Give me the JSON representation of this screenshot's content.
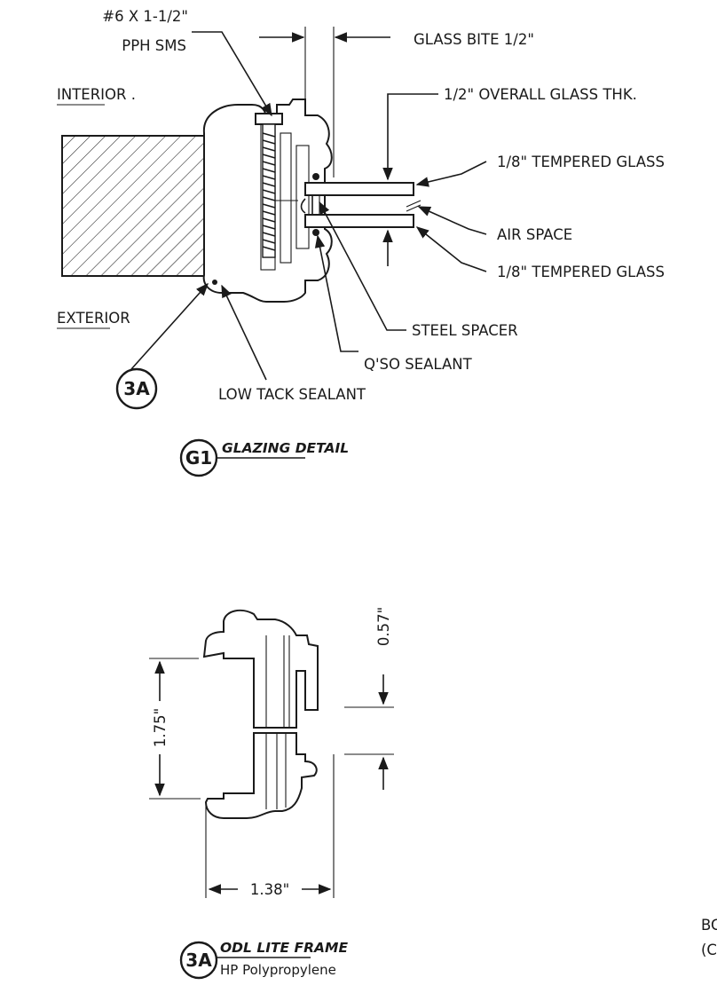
{
  "glazing_detail": {
    "title": "GLAZING DETAIL",
    "bubble": "G1",
    "callouts": {
      "screw_line1": "#6 X 1-1/2\"",
      "screw_line2": "PPH SMS",
      "interior": "INTERIOR .",
      "exterior": "EXTERIOR",
      "glass_bite": "GLASS BITE 1/2\"",
      "overall_thk": "1/2\" OVERALL GLASS THK.",
      "tempered_top": "1/8\" TEMPERED GLASS",
      "air_space": "AIR SPACE",
      "tempered_bottom": "1/8\" TEMPERED GLASS",
      "steel_spacer": "STEEL SPACER",
      "qso_sealant": "Q'SO SEALANT",
      "low_tack": "LOW TACK SEALANT",
      "ref_bubble": "3A"
    }
  },
  "lite_frame": {
    "title": "ODL LITE FRAME",
    "subtitle": "HP Polypropylene",
    "bubble": "3A",
    "dims": {
      "height": "1.75\"",
      "width": "1.38\"",
      "bite": "0.57\""
    }
  },
  "edge_text": {
    "line1": "BC",
    "line2": "(C"
  }
}
